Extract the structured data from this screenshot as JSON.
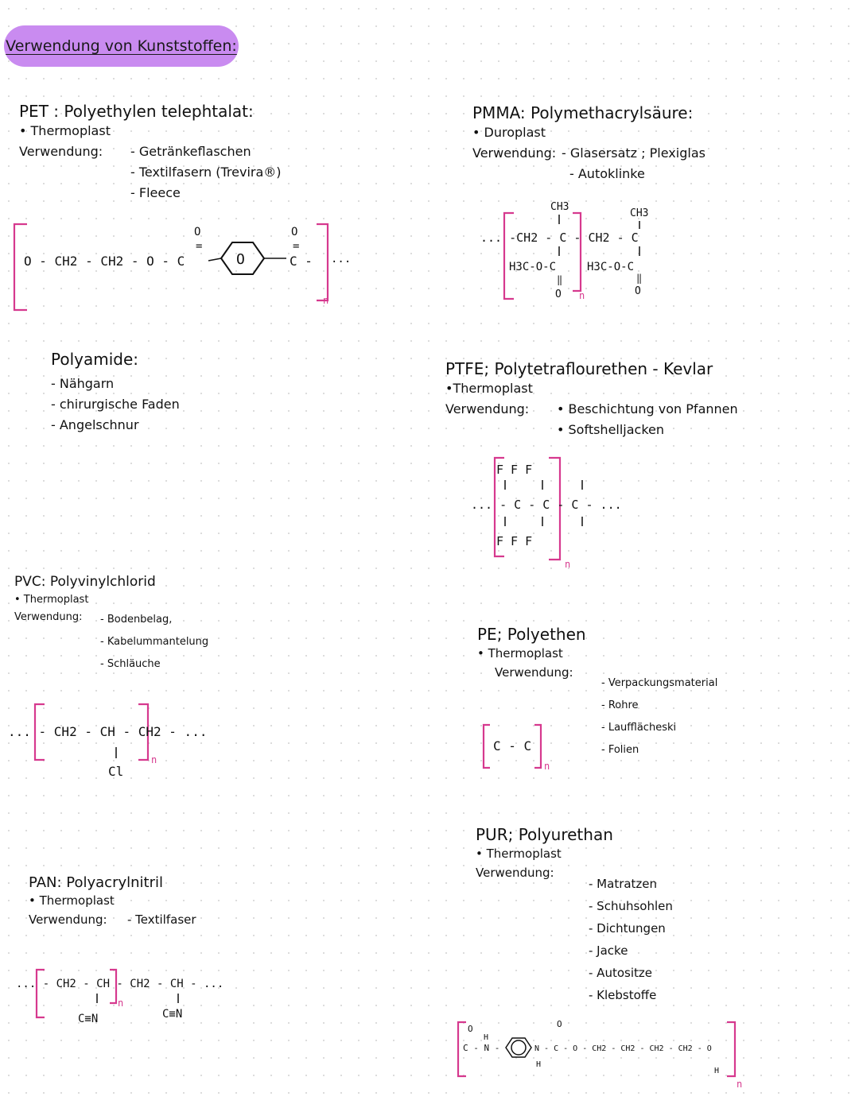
{
  "title": "Verwendung von Kunststoffen:",
  "pet": {
    "heading": "PET : Polyethylen telephtalat:",
    "type": "• Thermoplast",
    "use_label": "Verwendung:",
    "uses": [
      "- Getränkeflaschen",
      "- Textilfasern (Trevira®)",
      "- Fleece"
    ]
  },
  "pmma": {
    "heading": "PMMA: Polymethacrylsäure:",
    "type": "• Duroplast",
    "use_label": "Verwendung:",
    "uses": [
      "- Glasersatz ; Plexiglas",
      "- Autoklinke"
    ]
  },
  "polyamide": {
    "heading": "Polyamide:",
    "uses": [
      "- Nähgarn",
      "- chirurgische Faden",
      "- Angelschnur"
    ]
  },
  "ptfe": {
    "heading": "PTFE; Polytetraflourethen - Kevlar",
    "type": "•Thermoplast",
    "use_label": "Verwendung:",
    "uses": [
      "• Beschichtung von Pfannen",
      "• Softshelljacken"
    ]
  },
  "pvc": {
    "heading": "PVC: Polyvinylchlorid",
    "type": "• Thermoplast",
    "use_label": "Verwendung:",
    "uses": [
      "- Bodenbelag,",
      "- Kabelummantelung",
      "- Schläuche"
    ]
  },
  "pe": {
    "heading": "PE; Polyethen",
    "type": "• Thermoplast",
    "use_label": "Verwendung:",
    "uses": [
      "- Verpackungsmaterial",
      "- Rohre",
      "- Laufflächeski",
      "- Folien"
    ]
  },
  "pur": {
    "heading": "PUR; Polyurethan",
    "type": "• Thermoplast",
    "use_label": "Verwendung:",
    "uses": [
      "- Matratzen",
      "- Schuhsohlen",
      "- Dichtungen",
      "- Jacke",
      "- Autositze",
      "- Klebstoffe"
    ]
  },
  "pan": {
    "heading": "PAN: Polyacrylnitril",
    "type": "• Thermoplast",
    "use_label": "Verwendung:",
    "uses": [
      "- Textilfaser"
    ]
  },
  "formulas": {
    "pet": {
      "chain": "O - CH2 - CH2 - O - C",
      "c2": "C -",
      "dots": "...",
      "o1": "O",
      "o2": "O",
      "dbl": "=",
      "n": "n",
      "ring": "O"
    },
    "pmma": {
      "top": "... -CH2 - C - CH2 - C",
      "me1": "CH3",
      "me2": "CH3",
      "ester1": "H3C-O-C",
      "ester2": "H3C-O-C",
      "o1": "O",
      "o2": "O",
      "n": "n"
    },
    "ptfe": {
      "top": "F   F   F",
      "mid": "... - C - C - C - ...",
      "bot": "F   F   F",
      "n": "n"
    },
    "pvc": {
      "main": "... - CH2 - CH - CH2 - ...",
      "sub": "Cl",
      "n": "n"
    },
    "pe": {
      "main": "C - C",
      "n": "n"
    },
    "pan": {
      "main": "... - CH2 - CH - CH2 - CH - ...",
      "sub1": "C≡N",
      "sub2": "C≡N",
      "n": "n"
    },
    "pur": {
      "main": "C - N -",
      "mid": "N - C - O - CH2 - CH2 - CH2 - CH2 - O",
      "h1": "H",
      "h2": "H",
      "h3": "H",
      "o1": "O",
      "o2": "O",
      "n": "n",
      "ring": "O"
    }
  }
}
